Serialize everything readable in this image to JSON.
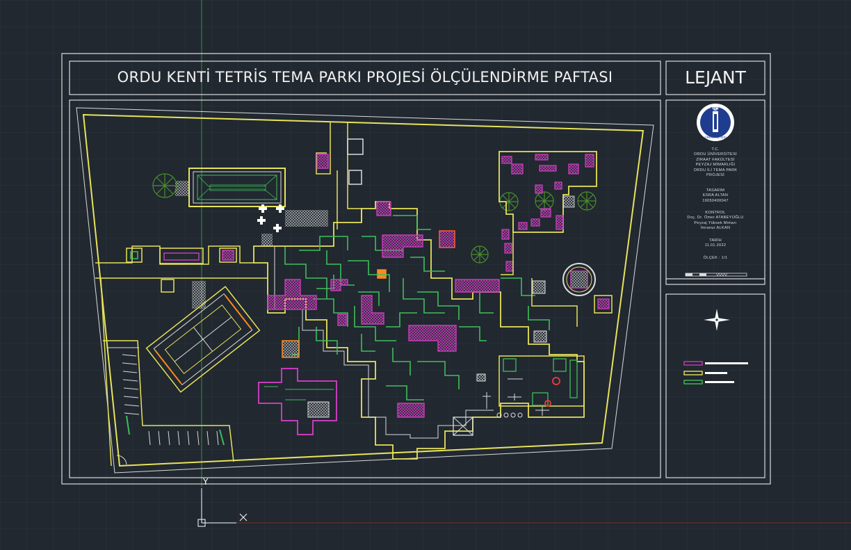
{
  "sheet": {
    "title": "ORDU KENTİ TETRİS TEMA PARKI PROJESİ ÖLÇÜLENDİRME PAFTASI",
    "legend_heading": "LEJANT",
    "logo_text_top": "ORDU",
    "logo_text_bottom": "ÜNİVERSİTESİ"
  },
  "title_block": {
    "institution": [
      "T.C.",
      "ORDU ÜNİVERSİTESİ",
      "ZİRAAT FAKÜLTESİ",
      "PEYZAJ MİMARLIĞI",
      "ORDU İLİ TEMA PARK",
      "PROJESİ"
    ],
    "design_label": "TASARIM",
    "designer": "ESRA ALTAN",
    "student_no": "19050400047",
    "control_label": "KONTROL",
    "controllers": [
      "Doç. Dr. Ömer ATABEYOĞLU",
      "Peyzaj Yüksek Mimarı",
      "İmranur ALKAN"
    ],
    "date_label": "TARİH",
    "date": "11.01.2022",
    "scale": "ÖLÇEK : 1/1"
  },
  "ucs": {
    "y_label": "Y",
    "x_label": "X"
  },
  "colors": {
    "background": "#212830",
    "grid": "#2b3440",
    "frame": "#ffffff",
    "boundary": "#e8e35a",
    "wall": "#d9d9d9",
    "path_green": "#3fbf5a",
    "magenta": "#c43db8",
    "orange": "#ff8a1c",
    "red": "#e03a3a",
    "tree": "#4a8f2a"
  }
}
